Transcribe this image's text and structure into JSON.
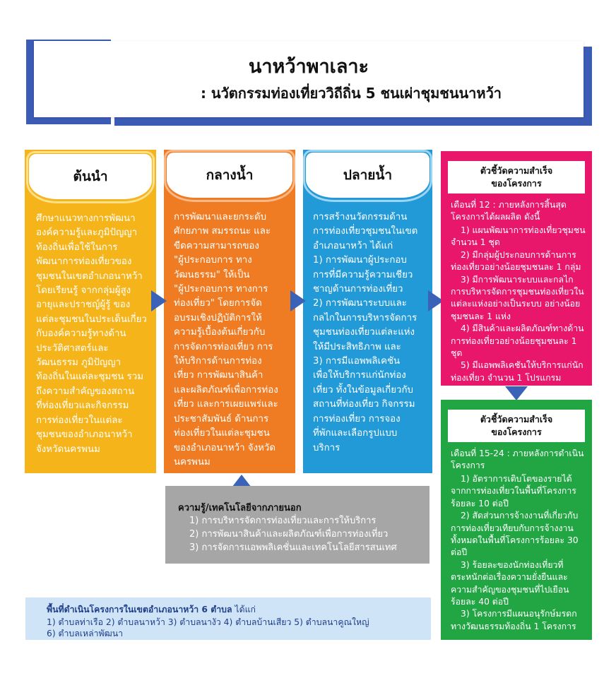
{
  "header": {
    "title": "นาหว้าพาเลาะ",
    "subtitle": ": นวัตกรรมท่องเที่ยววิถีถิ่น 5 ชนเผ่าชุมชนนาหว้า"
  },
  "columns": [
    {
      "label": "ต้นนำ",
      "text": "ศึกษาแนวทางการพัฒนา\nองค์ความรู้และภูมิปัญญา\nท้องถิ่นเพื่อใช้ในการ\nพัฒนาการท่องเที่ยวของ\nชุมชนในเขตอำเภอนาหว้า\nโดยเรียนรู้ จากกลุ่มผู้สูง\nอายุและปราชญ์ผู้รู้ ของ\nแต่ละชุมชนในประเด็นเกี่ยว\nกับองค์ความรู้ทางด้าน\nประวัติศาสตร์และ\nวัฒนธรรม ภูมิปัญญา\nท้องถิ่นในแต่ละชุมชน รวม\nถึงความสำคัญของสถาน\nที่ท่องเที่ยวและกิจกรรม\nการท่องเที่ยวในแต่ละ\nชุมชนของอำเภอนาหว้า\nจังหวัดนครพนม"
    },
    {
      "label": "กลางน้ำ",
      "text": "การพัฒนาและยกระดับ\nศักยภาพ สมรรถนะ และ\nขีดความสามารถของ\n\"ผู้ประกอบการ ทาง\nวัฒนธรรม\" ให้เป็น\n\"ผู้ประกอบการ ทางการ\nท่องเที่ยว\" โดยการจัด\nอบรมเชิงปฏิบัติการให้\nความรู้เบื้องต้นเกี่ยวกับ\nการจัดการท่องเที่ยว การ\nให้บริการด้านการท่อง\nเที่ยว การพัฒนาสินค้า\nและผลิตภัณฑ์เพื่อการท่อง\nเที่ยว และการเผยแพร่และ\nประชาสัมพันธ์ ด้านการ\nท่องเที่ยวในแต่ละชุมชน\nของอำเภอนาหว้า จังหวัด\nนครพนม"
    },
    {
      "label": "ปลายน้ำ",
      "text": "การสร้างนวัตกรรมด้าน\nการท่องเที่ยวชุมชนในเขต\nอำเภอนาหว้า ได้แก่\n   1) การพัฒนาผู้ประกอบ\nการที่มีความรู้ความเชียว\nชาญด้านการท่องเที่ยว\n   2) การพัฒนาระบบและ\nกลไกในการบริหารจัดการ\nชุมชนท่องเที่ยวแต่ละแห่ง\nให้มีประสิทธิภาพ และ\n   3) การมีแอพพลิเคชัน\nเพื่อให้บริการแก่นักท่อง\nเที่ยว ทั้งในข้อมูลเกี่ยวกับ\nสถานที่ท่องเที่ยว กิจกรรม\nการท่องเที่ยว การจอง\nที่พักและเลือกรูปแบบ\nบริการ"
    }
  ],
  "kpi": [
    {
      "title_line1": "ตัวชี้วัดความสำเร็จ",
      "title_line2": "ของโครงการ",
      "heading": "เดือนที่ 12 : ภายหลังการสิ้นสุดโครงการได้ผลผลิต ดังนี้",
      "items": [
        "1) แผนพัฒนาการท่องเที่ยวชุมชน จำนวน 1 ชุด",
        "2) มีกลุ่มผู้ประกอบการด้านการท่องเที่ยวอย่างน้อยชุมชนละ 1 กลุ่ม",
        "3) มีการพัฒนาระบบและกลไกการบริหารจัดการชุมชนท่องเที่ยวในแต่ละแห่งอย่างเป็นระบบ อย่างน้อยชุมชนละ 1 แห่ง",
        "4) มีสินค้าและผลิตภัณฑ์ทางด้านการท่องเที่ยวอย่างน้อยชุมชนละ 1 ชุด",
        "5) มีแอพพลิเคชันให้บริการแก่นักท่องเที่ยว จำนวน 1 โปรแกรม"
      ]
    },
    {
      "title_line1": "ตัวชี้วัดความสำเร็จ",
      "title_line2": "ของโครงการ",
      "heading": "เดือนที่ 15-24 : ภายหลังการดำเนินโครงการ",
      "items": [
        "1) อัตราการเติบโตของรายได้จากการท่องเที่ยวในพื้นที่โครงการ ร้อยละ 10 ต่อปี",
        "2) สัดส่วนการจ้างงานที่เกี่ยวกับการท่องเที่ยวเทียบกับการจ้างงานทั้งหมดในพื้นที่โครงการร้อยละ 30 ต่อปี",
        "3) ร้อยละของนักท่องเที่ยวที่ตระหนักต่อเรื่องความยั่งยืนและความสำคัญของชุมชนที่ไปเยือน ร้อยละ 40 ต่อปี",
        "3) โครงการมีแผนอนุรักษ์มรดกทางวัฒนธรรมท้องถิ่น 1 โครงการ"
      ]
    }
  ],
  "external": {
    "title": "ความรู้/เทคโนโลยีจากภายนอก",
    "items": [
      "1) การบริหารจัดการท่องเที่ยวและการให้บริการ",
      "2) การพัฒนาสินค้าและผลิตภัณฑ์เพื่อการท่องเที่ยว",
      "3) การจัดการแอพพลิเคชั่นและเทคโนโลยีสารสนเทศ"
    ]
  },
  "area": {
    "title_bold": "พื้นที่ดำเนินโครงการในเขตอำเภอนาหว้า 6 ตำบล",
    "title_rest": " ได้แก่",
    "line1": "1) ตำบลท่าเรือ 2) ตำบลนาหว้า  3) ตำบลนางัว  4) ตำบลบ้านเสียว 5) ตำบลนาคูณใหญ่",
    "line2": "6) ตำบลเหล่าพัฒนา"
  },
  "colors": {
    "header_blue": "#3b5bb5",
    "upstream": "#f5b41a",
    "midstream": "#ef7b22",
    "downstream": "#229ad8",
    "kpi1": "#e8176b",
    "kpi2": "#22a644",
    "external": "#a6a6a6",
    "area": "#cfe4f6"
  }
}
